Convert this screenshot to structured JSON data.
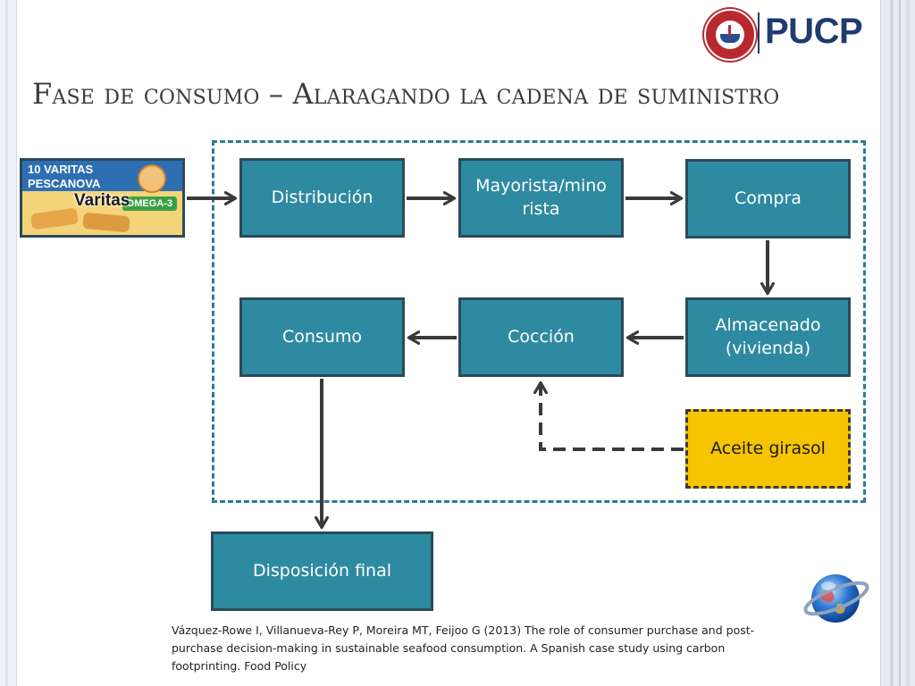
{
  "slide": {
    "title": "Fase de consumo – Alaragando la cadena de suministro"
  },
  "logo": {
    "text": "PUCP"
  },
  "product_image": {
    "label": "Varitas",
    "brand_line1": "10 VARITAS",
    "brand_line2": "PESCANOVA",
    "badge": "OMEGA-3"
  },
  "flow_nodes": {
    "distribucion": "Distribución",
    "mayorista": "Mayorista/mino rista",
    "compra": "Compra",
    "almacenado": "Almacenado (vivienda)",
    "coccion": "Cocción",
    "consumo": "Consumo",
    "aceite": "Aceite girasol",
    "disposicion": "Disposición final"
  },
  "citation": {
    "text": "Vázquez-Rowe I, Villanueva-Rey P, Moreira MT, Feijoo G (2013) The role of consumer purchase and post-purchase decision-making in sustainable seafood consumption. A Spanish case study using carbon footprinting. Food Policy"
  },
  "colors": {
    "node_fill": "#2e8aa0",
    "node_border": "#2b4a5a",
    "highlight_fill": "#f7c400",
    "arrow": "#3a3a3a",
    "frame": "#2e7c90"
  }
}
